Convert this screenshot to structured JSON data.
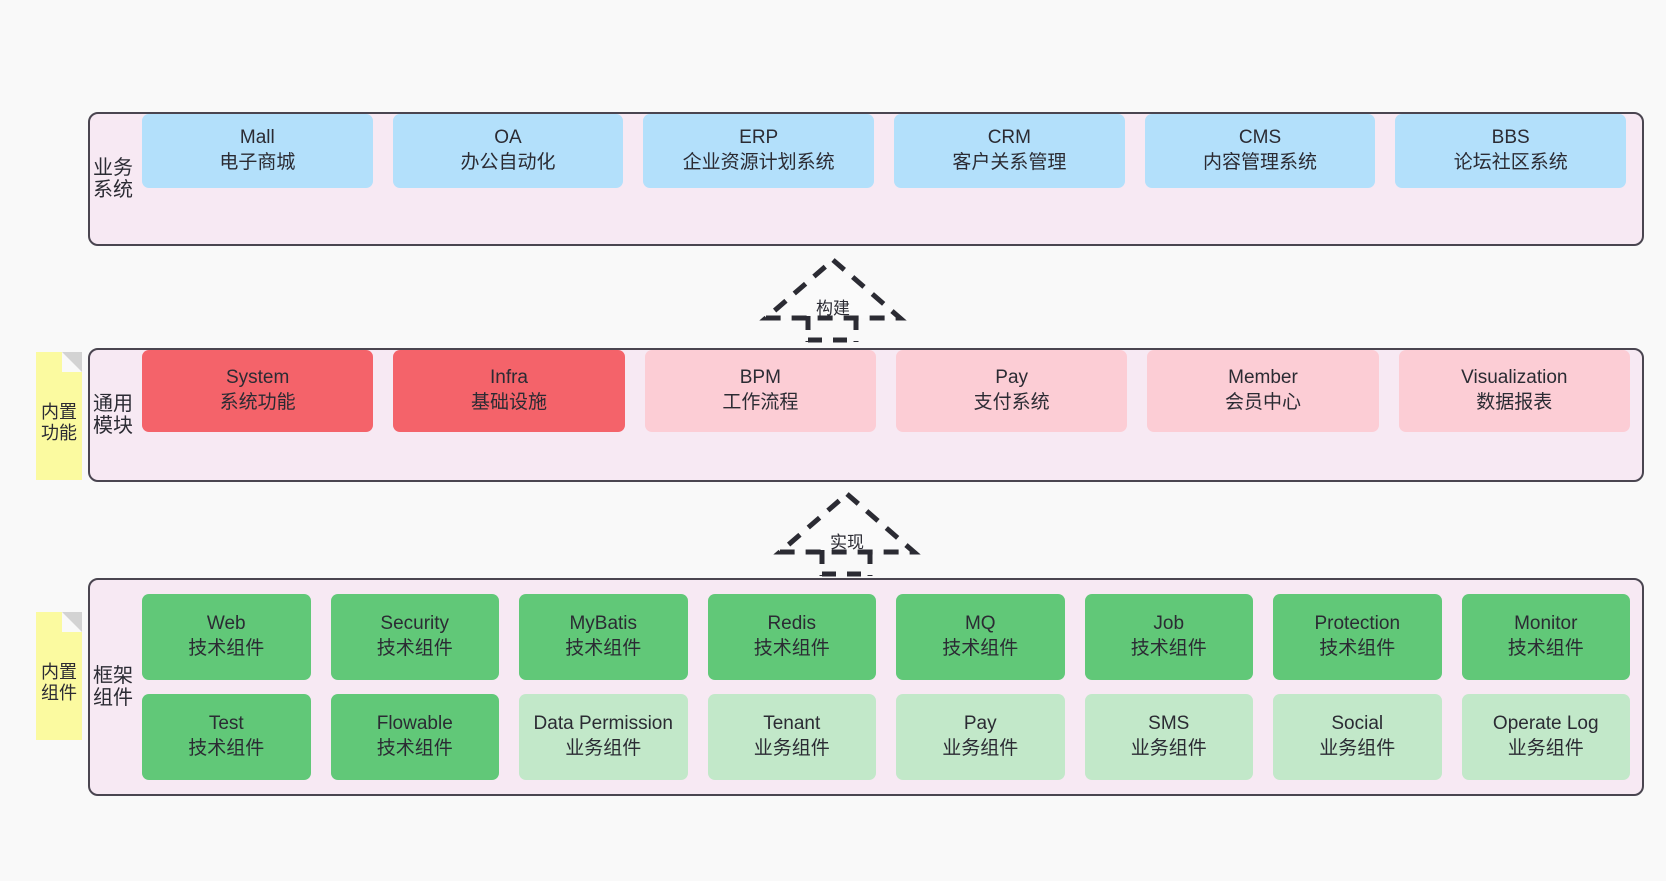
{
  "diagram": {
    "title_text": "",
    "colors": {
      "background": "#f9f9f9",
      "layer_fill": "#f7e9f3",
      "layer_border": "#4a4550",
      "business_card": "#b3e0fb",
      "core_module_card": "#f4636a",
      "module_card": "#fccdd5",
      "tech_component_card": "#61c878",
      "biz_component_card": "#c2e8c9",
      "sticky_note": "#fbfaa0",
      "sticky_fold": "#d3d3d3",
      "text": "#2b2b33"
    }
  },
  "layers": [
    {
      "id": "business-system",
      "title": "业务系统",
      "cards": [
        {
          "name": "Mall",
          "sub": "电子商城",
          "style": "c-blue"
        },
        {
          "name": "OA",
          "sub": "办公自动化",
          "style": "c-blue"
        },
        {
          "name": "ERP",
          "sub": "企业资源计划系统",
          "style": "c-blue"
        },
        {
          "name": "CRM",
          "sub": "客户关系管理",
          "style": "c-blue"
        },
        {
          "name": "CMS",
          "sub": "内容管理系统",
          "style": "c-blue"
        },
        {
          "name": "BBS",
          "sub": "论坛社区系统",
          "style": "c-blue"
        }
      ]
    },
    {
      "id": "common-module",
      "title": "通用模块",
      "sticky": "内置功能",
      "cards": [
        {
          "name": "System",
          "sub": "系统功能",
          "style": "c-red"
        },
        {
          "name": "Infra",
          "sub": "基础设施",
          "style": "c-red"
        },
        {
          "name": "BPM",
          "sub": "工作流程",
          "style": "c-pink"
        },
        {
          "name": "Pay",
          "sub": "支付系统",
          "style": "c-pink"
        },
        {
          "name": "Member",
          "sub": "会员中心",
          "style": "c-pink"
        },
        {
          "name": "Visualization",
          "sub": "数据报表",
          "style": "c-pink"
        }
      ]
    },
    {
      "id": "framework-component",
      "title": "框架组件",
      "sticky": "内置组件",
      "rows": [
        [
          {
            "name": "Web",
            "sub": "技术组件",
            "style": "c-green"
          },
          {
            "name": "Security",
            "sub": "技术组件",
            "style": "c-green"
          },
          {
            "name": "MyBatis",
            "sub": "技术组件",
            "style": "c-green"
          },
          {
            "name": "Redis",
            "sub": "技术组件",
            "style": "c-green"
          },
          {
            "name": "MQ",
            "sub": "技术组件",
            "style": "c-green"
          },
          {
            "name": "Job",
            "sub": "技术组件",
            "style": "c-green"
          },
          {
            "name": "Protection",
            "sub": "技术组件",
            "style": "c-green"
          },
          {
            "name": "Monitor",
            "sub": "技术组件",
            "style": "c-green"
          }
        ],
        [
          {
            "name": "Test",
            "sub": "技术组件",
            "style": "c-green"
          },
          {
            "name": "Flowable",
            "sub": "技术组件",
            "style": "c-green"
          },
          {
            "name": "Data Permission",
            "sub": "业务组件",
            "style": "c-lightgreen"
          },
          {
            "name": "Tenant",
            "sub": "业务组件",
            "style": "c-lightgreen"
          },
          {
            "name": "Pay",
            "sub": "业务组件",
            "style": "c-lightgreen"
          },
          {
            "name": "SMS",
            "sub": "业务组件",
            "style": "c-lightgreen"
          },
          {
            "name": "Social",
            "sub": "业务组件",
            "style": "c-lightgreen"
          },
          {
            "name": "Operate Log",
            "sub": "业务组件",
            "style": "c-lightgreen"
          }
        ]
      ]
    }
  ],
  "arrows": [
    {
      "id": "build",
      "label": "构建",
      "from": "common-module",
      "to": "business-system"
    },
    {
      "id": "implement",
      "label": "实现",
      "from": "framework-component",
      "to": "common-module"
    }
  ]
}
